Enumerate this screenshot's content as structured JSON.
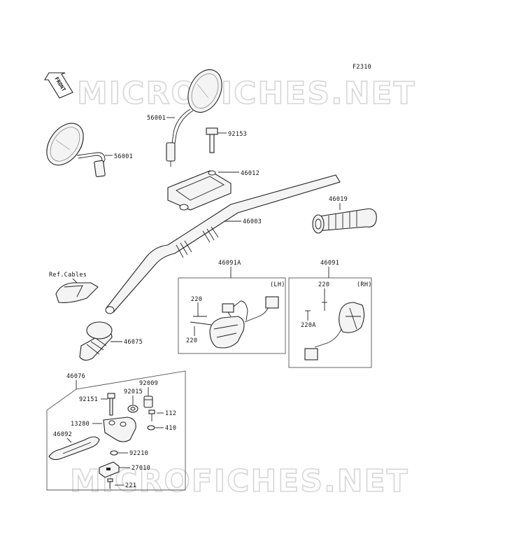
{
  "figure_code": "F2310",
  "front_label": "FRONT",
  "watermark": "MICROFICHES.NET",
  "labels": {
    "p56001_top": "56001",
    "p56001_left": "56001",
    "p92153": "92153",
    "p46012": "46012",
    "p46003": "46003",
    "p46019": "46019",
    "ref_cables": "Ref.Cables",
    "p46091A": "46091A",
    "p46091": "46091",
    "lh": "(LH)",
    "rh": "(RH)",
    "p220_lh_a": "220",
    "p220_lh_b": "220",
    "p220_rh": "220",
    "p220A": "220A",
    "p46075": "46075",
    "p46076": "46076",
    "p92009": "92009",
    "p92015": "92015",
    "p92151": "92151",
    "p112": "112",
    "p13280": "13280",
    "p410": "410",
    "p46092": "46092",
    "p92210": "92210",
    "p27010": "27010",
    "p221": "221"
  }
}
